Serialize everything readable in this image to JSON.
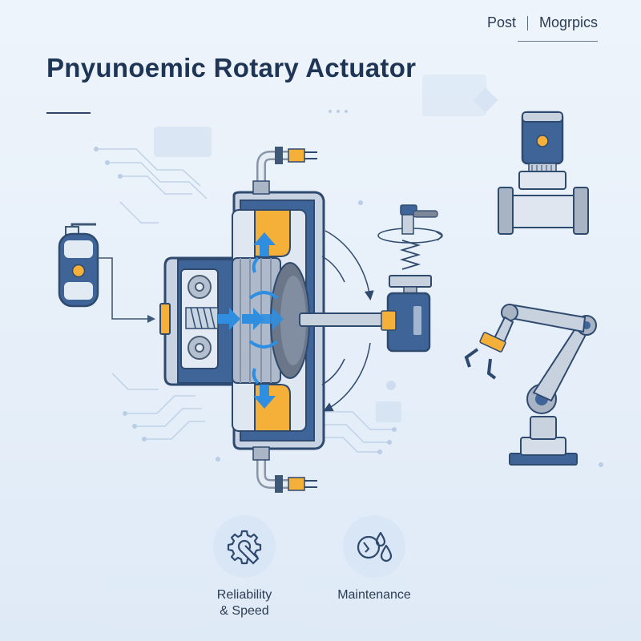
{
  "header": {
    "nav_left": "Post",
    "nav_right": "Mogrpics"
  },
  "title": "Pnyunoemic Rotary Actuator",
  "features": [
    {
      "label": "Reliability\n& Speed",
      "icon": "gear-wrench-icon"
    },
    {
      "label": "Maintenance",
      "icon": "water-drops-icon"
    }
  ],
  "colors": {
    "navy": "#3f6598",
    "outline": "#2f4a6f",
    "orange": "#f5b03a",
    "blue_arrow": "#2f8ee0",
    "steel": "#a9b6c6",
    "background": "#e9f1fa"
  }
}
